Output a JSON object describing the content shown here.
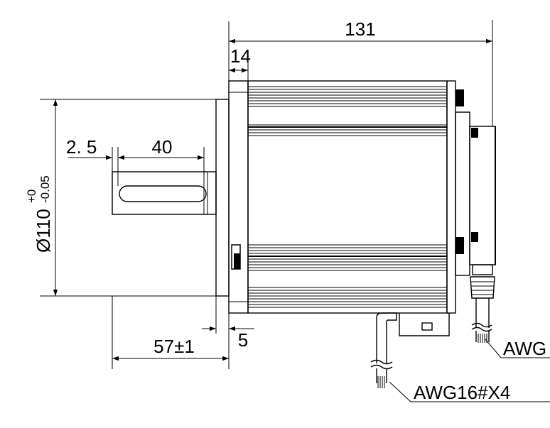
{
  "dimensions": {
    "overall_length": "131",
    "flange_thickness": "14",
    "shaft_step": "2. 5",
    "key_length": "40",
    "diameter_symbol": "Ø110",
    "tol_upper": "+0",
    "tol_lower": "-0.05",
    "shaft_length": "57±1",
    "pilot_length": "5"
  },
  "labels": {
    "encoder_cable": "AWG",
    "motor_cable": "AWG16#X4"
  }
}
